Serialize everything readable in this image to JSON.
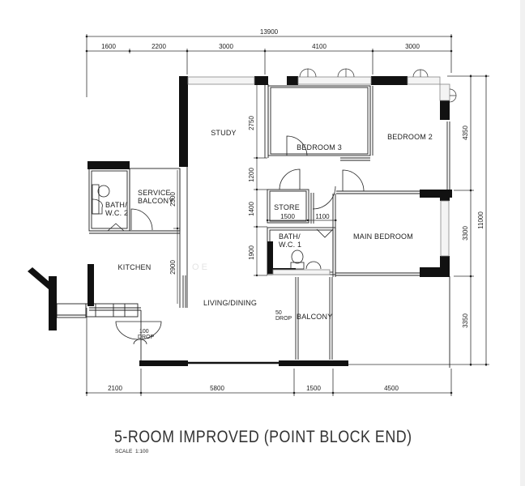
{
  "plan": {
    "title": "5-ROOM IMPROVED (POINT BLOCK END)",
    "scale_label": "SCALE",
    "scale_value": "1:100",
    "watermark": "O E"
  },
  "dimensions": {
    "top_total": "13900",
    "top": [
      "1600",
      "2200",
      "3000",
      "4100",
      "3000"
    ],
    "bottom": [
      "2100",
      "5800",
      "1500",
      "4500"
    ],
    "right_total": "11000",
    "right": [
      "4350",
      "3300",
      "3350"
    ],
    "interior": {
      "study_height": "2750",
      "corridor_height": "1200",
      "store_height": "1400",
      "bath1_height": "1900",
      "service_balcony_height": "2300",
      "kitchen_height": "2900",
      "store_width": "1500",
      "gap_width": "1100"
    }
  },
  "rooms": {
    "study": "STUDY",
    "bedroom3": "BEDROOM 3",
    "bedroom2": "BEDROOM 2",
    "main_bedroom": "MAIN BEDROOM",
    "store": "STORE",
    "bath1_line1": "BATH/",
    "bath1_line2": "W.C. 1",
    "bath2_line1": "BATH/",
    "bath2_line2": "W.C. 2",
    "service_balcony_line1": "SERVICE",
    "service_balcony_line2": "BALCONY",
    "kitchen": "KITCHEN",
    "living_dining": "LIVING/DINING",
    "balcony": "BALCONY"
  },
  "notes": {
    "drop50_value": "50",
    "drop50_label": "DROP",
    "drop100_value": "100",
    "drop100_label": "DROP"
  },
  "colors": {
    "wall": "#111111",
    "line": "#333333",
    "window": "#9a9a9a"
  }
}
